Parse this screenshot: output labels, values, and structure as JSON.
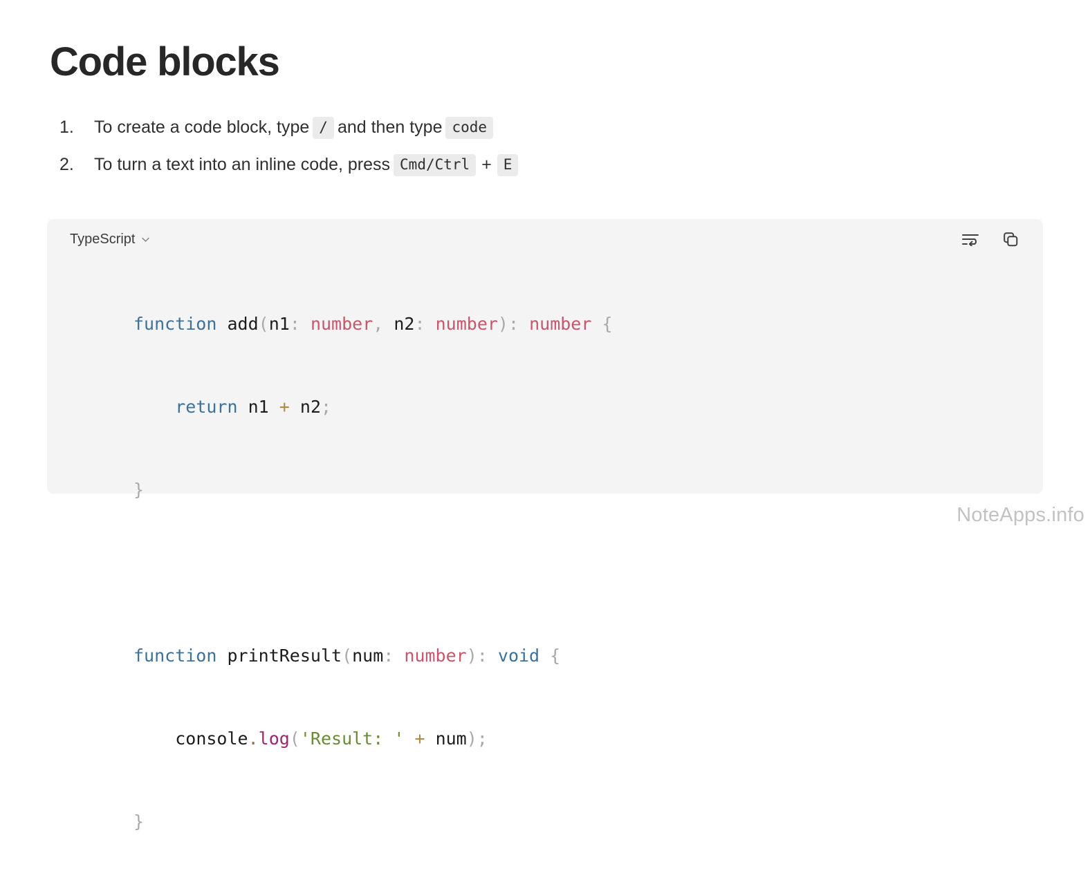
{
  "document": {
    "title": "Code blocks"
  },
  "steps": [
    {
      "number": "1.",
      "parts": [
        {
          "kind": "text",
          "value": "To create a code block, type"
        },
        {
          "kind": "chip",
          "value": "/"
        },
        {
          "kind": "text",
          "value": "and then type"
        },
        {
          "kind": "chip",
          "value": "code"
        }
      ]
    },
    {
      "number": "2.",
      "parts": [
        {
          "kind": "text",
          "value": "To turn a text into an inline code, press"
        },
        {
          "kind": "chip",
          "value": "Cmd/Ctrl"
        },
        {
          "kind": "plus",
          "value": "+"
        },
        {
          "kind": "chip",
          "value": "E"
        }
      ]
    }
  ],
  "code_block": {
    "language": "TypeScript",
    "language_dropdown_icon": "chevron-down-icon",
    "tools": [
      {
        "name": "word-wrap-icon",
        "label": "Toggle word wrap"
      },
      {
        "name": "copy-icon",
        "label": "Copy code"
      }
    ],
    "lines": [
      "function add(n1: number, n2: number): number {",
      "    return n1 + n2;",
      "}",
      "",
      "function printResult(num: number): void {",
      "    console.log('Result: ' + num);",
      "}"
    ],
    "syntax_colors": {
      "keyword": "#3d7199",
      "type": "#c7566c",
      "identifier": "#1c1c1c",
      "punctuation": "#a9a9a9",
      "operator": "#b08a44",
      "string": "#6a8a35",
      "property": "#a0256e",
      "background": "#f4f4f4"
    }
  },
  "watermark": {
    "text": "NoteApps.info"
  }
}
